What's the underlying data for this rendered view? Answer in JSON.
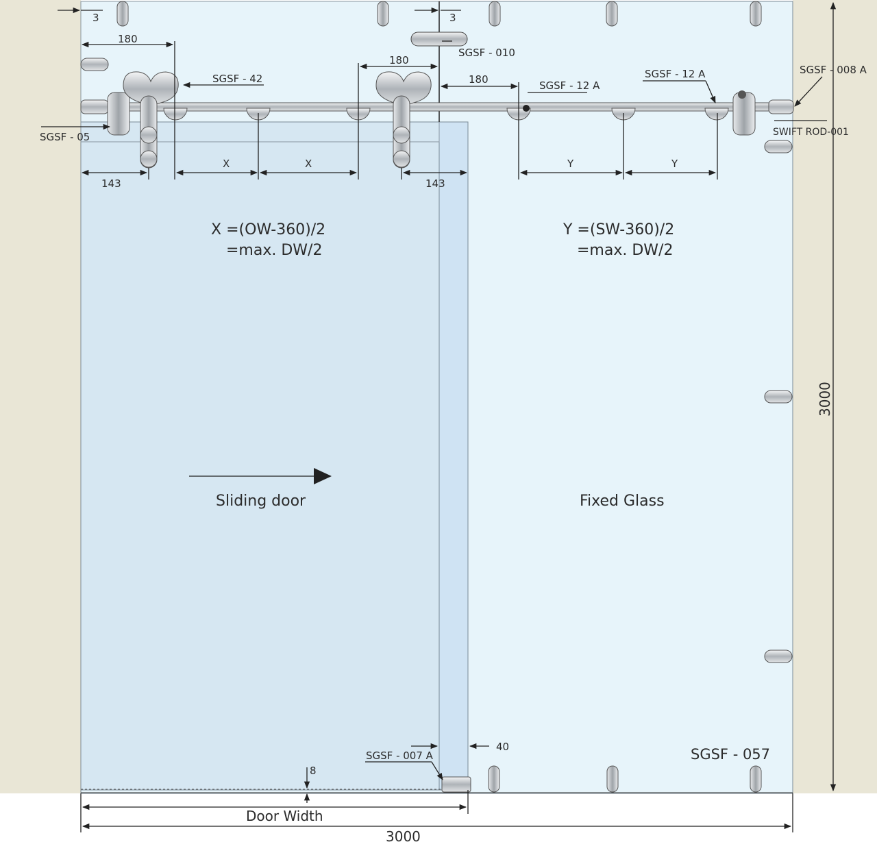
{
  "colors": {
    "wall": "#e9e6d6",
    "fixed_glass": "#e7f4fa",
    "sliding_door": "#d6e7f2",
    "overlap": "#cfe3f3",
    "hardware": "#c9cdd1",
    "hardware_dark": "#6f7479",
    "line": "#222222"
  },
  "labels": {
    "sgsf_42": "SGSF - 42",
    "sgsf_010": "SGSF - 010",
    "sgsf_12a_1": "SGSF - 12 A",
    "sgsf_12a_2": "SGSF - 12 A",
    "sgsf_008a": "SGSF - 008 A",
    "sgsf_05": "SGSF - 05",
    "swift_rod": "SWIFT ROD-001",
    "sgsf_007a": "SGSF - 007 A",
    "sgsf_057": "SGSF - 057"
  },
  "dimensions": {
    "gap_left": "3",
    "gap_mid": "3",
    "d180_left": "180",
    "d180_mid": "180",
    "d180_right": "180",
    "x1": "X",
    "x2": "X",
    "y1": "Y",
    "y2": "Y",
    "d143_left": "143",
    "d143_right": "143",
    "d40": "40",
    "d8": "8",
    "door_width": "Door Width",
    "total_width": "3000",
    "total_height": "3000"
  },
  "formulas": {
    "x_line1": "X =(OW-360)/2",
    "x_line2": "=max. DW/2",
    "y_line1": "Y =(SW-360)/2",
    "y_line2": "=max. DW/2"
  },
  "areas": {
    "sliding_door": "Sliding door",
    "fixed_glass": "Fixed Glass"
  }
}
